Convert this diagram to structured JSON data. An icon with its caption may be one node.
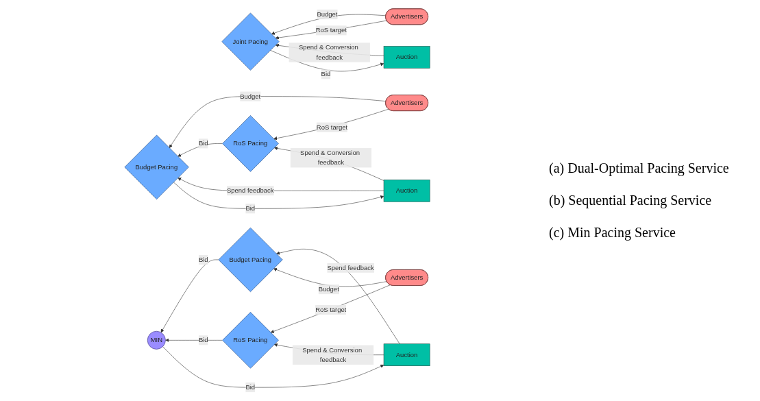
{
  "diagram": {
    "nodes": [
      {
        "text": [
          "Auction"
        ]
      },
      {
        "text": [
          "Joint Pacing"
        ]
      },
      {
        "text": [
          "Advertisers"
        ]
      },
      {
        "text": [
          "Auction"
        ]
      },
      {
        "text": [
          "Budget Pacing"
        ]
      },
      {
        "text": [
          "RoS Pacing"
        ]
      },
      {
        "text": [
          "Advertisers"
        ]
      },
      {
        "text": [
          "Auction"
        ]
      },
      {
        "text": [
          "MIN"
        ]
      },
      {
        "text": [
          "Budget Pacing"
        ]
      },
      {
        "text": [
          "RoS Pacing"
        ]
      },
      {
        "text": [
          "Advertisers"
        ]
      }
    ],
    "edges": [
      {
        "from": 2,
        "to": 1,
        "arrow": "to",
        "label": "Budget"
      },
      {
        "from": 2,
        "to": 1,
        "arrow": "to",
        "label": "RoS target"
      },
      {
        "from": 1,
        "to": 0,
        "arrow": "to",
        "label": "Bid"
      },
      {
        "from": 0,
        "to": 1,
        "arrow": "to",
        "label": "Spend & Conversion feedback"
      },
      {
        "from": 6,
        "to": 4,
        "arrow": "to",
        "label": "Budget"
      },
      {
        "from": 6,
        "to": 5,
        "arrow": "to",
        "label": "RoS target"
      },
      {
        "from": 5,
        "to": 4,
        "arrow": "to",
        "label": "Bid"
      },
      {
        "from": 4,
        "to": 3,
        "arrow": "to",
        "label": "Bid"
      },
      {
        "from": 3,
        "to": 4,
        "arrow": "to",
        "label": "Spend feedback"
      },
      {
        "from": 3,
        "to": 5,
        "arrow": "to",
        "label": "Spend & Conversion feedback"
      },
      {
        "from": 7,
        "to": 9,
        "arrow": "to",
        "label": "Spend feedback"
      },
      {
        "from": 11,
        "to": 9,
        "arrow": "to",
        "label": "Budget"
      },
      {
        "from": 11,
        "to": 10,
        "arrow": "to",
        "label": "RoS target"
      },
      {
        "from": 9,
        "to": 8,
        "arrow": "to",
        "label": "Bid"
      },
      {
        "from": 10,
        "to": 8,
        "arrow": "to",
        "label": "Bid"
      },
      {
        "from": 8,
        "to": 7,
        "arrow": "to",
        "label": "Bid"
      },
      {
        "from": 7,
        "to": 10,
        "arrow": "to",
        "label": "Spend & Conversion feedback"
      }
    ],
    "labels": [
      "(a) Dual-Optimal Pacing Service",
      "(b) Sequential Pacing Service",
      "(c) Min Pacing Service"
    ]
  }
}
